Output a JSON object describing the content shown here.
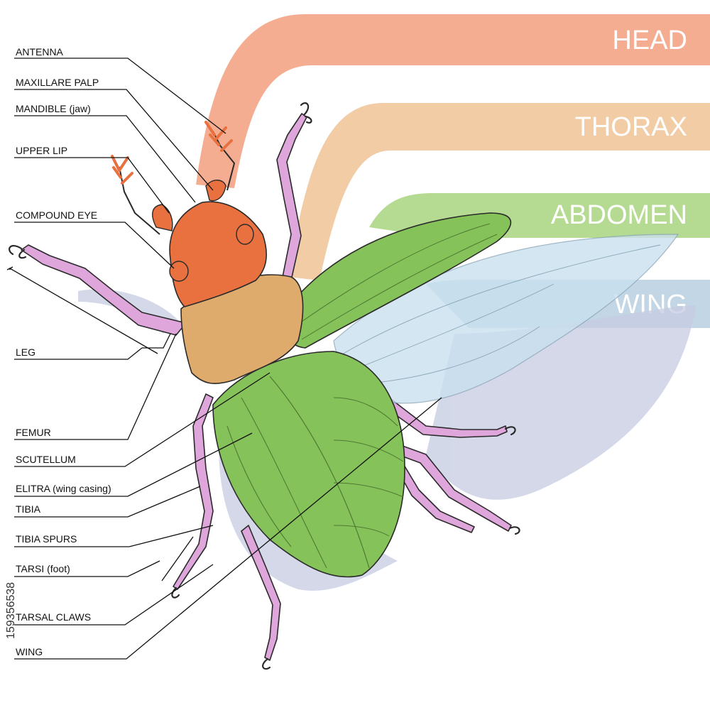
{
  "diagram": {
    "bands": [
      {
        "id": "head",
        "label": "HEAD",
        "color": "#f4a98c"
      },
      {
        "id": "thorax",
        "label": "THORAX",
        "color": "#f0c9a0"
      },
      {
        "id": "abdomen",
        "label": "ABDOMEN",
        "color": "#a8d47e"
      },
      {
        "id": "wing",
        "label": "WING",
        "color": "#b9cfe0"
      }
    ],
    "labels": [
      "ANTENNA",
      "MAXILLARE PALP",
      "MANDIBLE (jaw)",
      "UPPER LIP",
      "COMPOUND EYE",
      "LEG",
      "FEMUR",
      "SCUTELLUM",
      "ELITRA (wing casing)",
      "TIBIA",
      "TIBIA SPURS",
      "TARSI (foot)",
      "TARSAL CLAWS",
      "WING"
    ],
    "colors": {
      "head": "#e8713f",
      "thorax": "#deab6c",
      "elytra": "#86c25a",
      "legs": "#dfa6dc",
      "wing_membrane": "#c9e0ee",
      "shadow": "#c5cbe2",
      "outline": "#2a2a2a"
    }
  },
  "watermark": "159356538"
}
